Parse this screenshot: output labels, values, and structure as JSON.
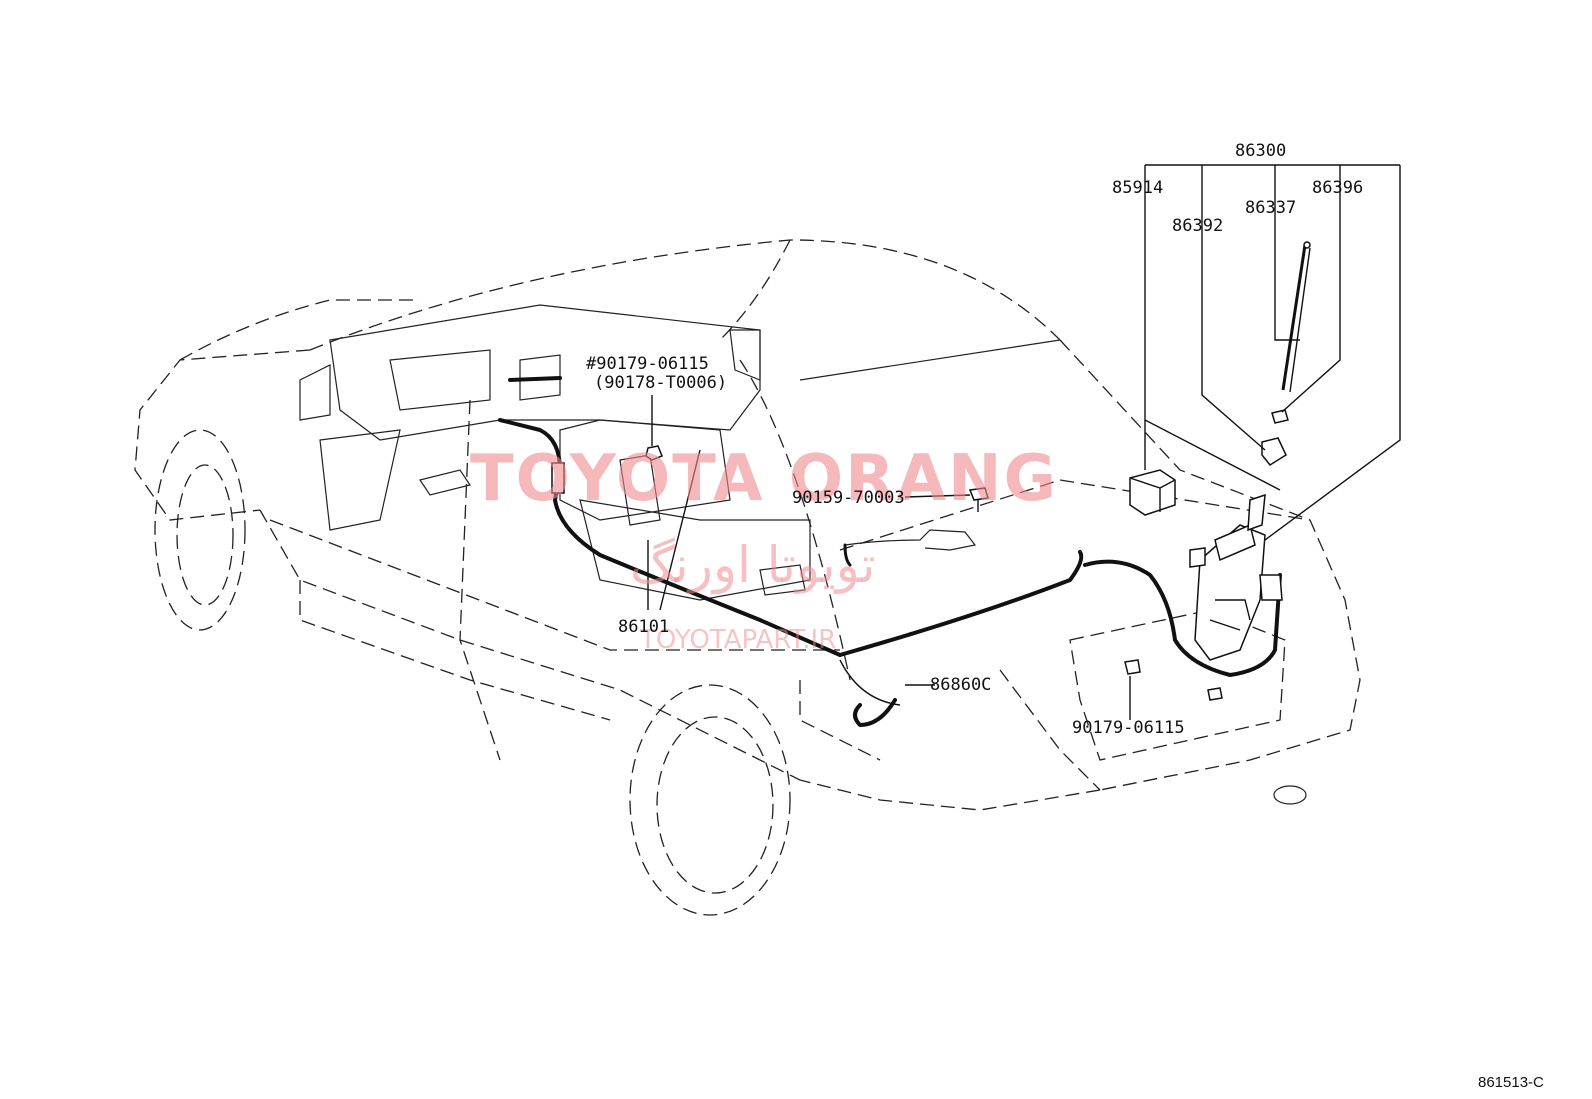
{
  "watermark": {
    "brand": "TOYOTA ORANG",
    "arabic": "تویوتا اورنگ",
    "url": "TOYOTAPART.IR"
  },
  "diagram_ref": "861513-C",
  "callouts": {
    "assembly": "86300",
    "p85914": "85914",
    "p86392": "86392",
    "p86337": "86337",
    "p86396": "86396",
    "clip_marked": "#90179-06115",
    "clip_alt": "(90178-T0006)",
    "bolt": "90159-70003",
    "cord": "86101",
    "harness": "86860C",
    "nut_rear": "90179-06115"
  }
}
